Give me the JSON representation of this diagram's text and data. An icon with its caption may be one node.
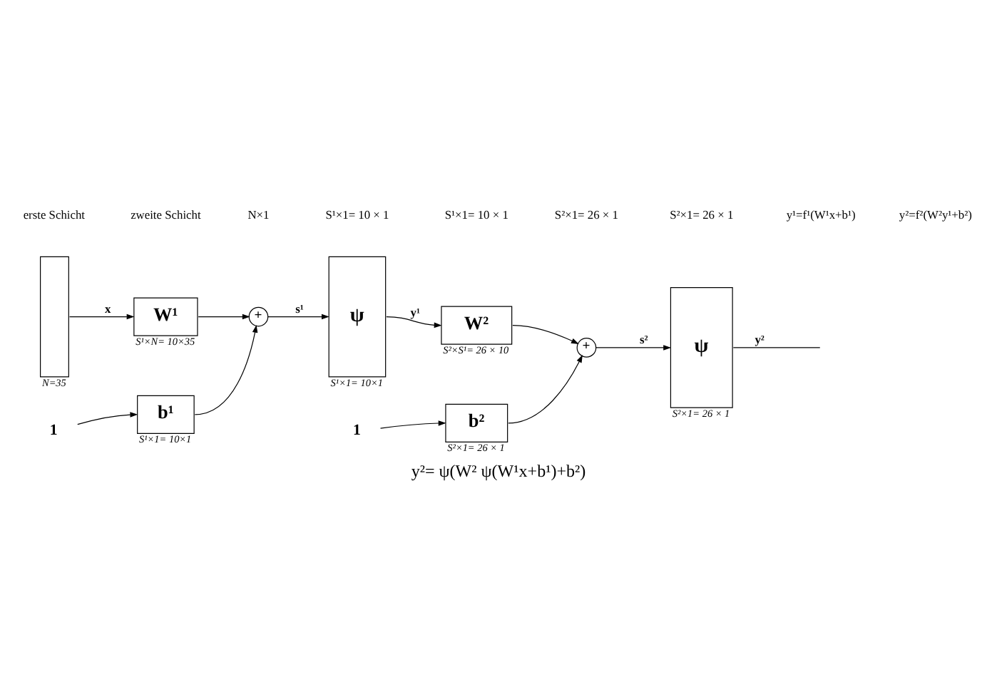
{
  "diagram": {
    "caption": "y²= ψ(W² ψ(W¹x+b¹)+b²)",
    "nodes": [
      {
        "text": [],
        "shape": "bar",
        "beside": [
          "N=35"
        ]
      },
      {
        "text": [
          "W¹"
        ],
        "beside": [
          "S¹×N= 10×35"
        ]
      },
      {
        "text": [
          "1"
        ]
      },
      {
        "text": [
          "b¹"
        ],
        "beside": [
          "S¹×1= 10×1"
        ]
      },
      {
        "text": [
          "+"
        ]
      },
      {
        "text": [
          "ψ"
        ],
        "beside": [
          "S¹×1= 10×1"
        ]
      },
      {
        "text": [
          "W²"
        ],
        "beside": [
          "S²×S¹= 26 × 10"
        ]
      },
      {
        "text": [
          "1"
        ]
      },
      {
        "text": [
          "b²"
        ],
        "beside": [
          "S²×1= 26 × 1"
        ]
      },
      {
        "text": [
          "+"
        ]
      },
      {
        "text": [
          "ψ"
        ],
        "beside": [
          "S²×1= 26 × 1"
        ]
      }
    ],
    "edges": [
      {
        "from": 0,
        "to": 1,
        "arrow": "to",
        "label": "x"
      },
      {
        "from": 2,
        "to": 3,
        "arrow": "to"
      },
      {
        "from": 1,
        "to": 4,
        "arrow": "to"
      },
      {
        "from": 3,
        "to": 4,
        "arrow": "to"
      },
      {
        "from": 4,
        "to": 5,
        "arrow": "to",
        "label": "s¹"
      },
      {
        "from": 5,
        "to": 6,
        "arrow": "to",
        "label": "y¹"
      },
      {
        "from": 7,
        "to": 8,
        "arrow": "to"
      },
      {
        "from": 6,
        "to": 9,
        "arrow": "to"
      },
      {
        "from": 8,
        "to": 9,
        "arrow": "to"
      },
      {
        "from": 9,
        "to": 10,
        "arrow": "to",
        "label": "s²"
      },
      {
        "from": 10,
        "to": null,
        "arrow": "none",
        "label": "y²"
      }
    ],
    "labels": [
      "erste Schicht",
      "zweite Schicht",
      "N×1",
      "S¹×1= 10 × 1",
      "S¹×1= 10 × 1",
      "S²×1= 26 × 1",
      "S²×1= 26 × 1",
      "y¹=f¹(W¹x+b¹)",
      "y²=f²(W²y¹+b²)"
    ]
  }
}
